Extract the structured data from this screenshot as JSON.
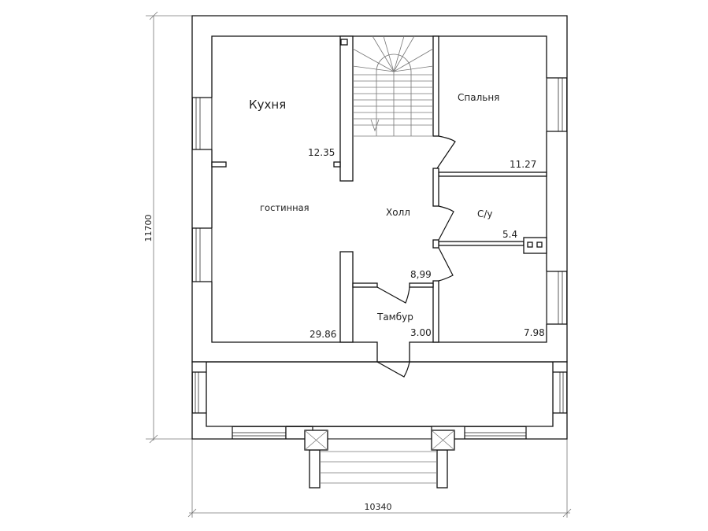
{
  "title": "Floor plan",
  "rooms": {
    "kitchen": "Кухня",
    "kitchen_area": "12.35",
    "living": "гостинная",
    "living_area": "29.86",
    "hall": "Холл",
    "hall_area": "8,99",
    "bedroom": "Спальня",
    "bedroom_area": "11.27",
    "bathroom": "С/у",
    "bathroom_area": "5.4",
    "vestibule": "Тамбур",
    "vestibule_area": "3.00",
    "room_se_area": "7.98"
  },
  "dimensions": {
    "height": "11700",
    "width": "10340"
  }
}
